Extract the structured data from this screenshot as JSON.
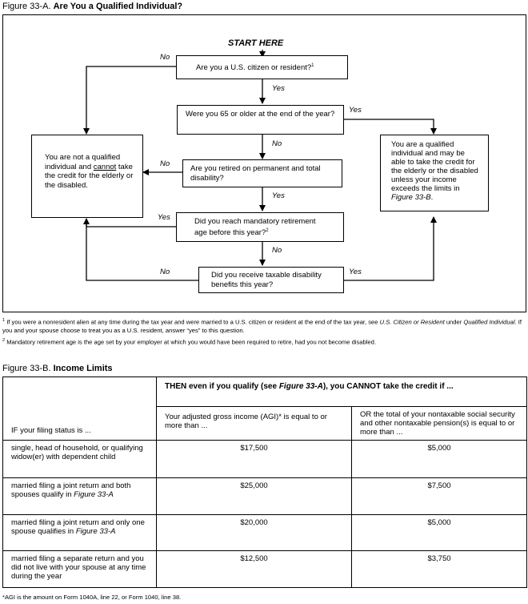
{
  "figA": {
    "prefix": "Figure 33-A.",
    "title": "Are You a Qualified Individual?",
    "start": "START HERE",
    "q1": "Are you a U.S. citizen or resident?",
    "q1_sup": "1",
    "q2": "Were you 65 or older at the end of the year?",
    "q3": "Are you retired on permanent and total disability?",
    "q4": "Did you reach mandatory retirement age before this year?",
    "q4_sup": "2",
    "q5": "Did you receive taxable disability benefits this year?",
    "not_qualified_1": "You are not a qualified individual and",
    "not_qualified_cannot": "cannot",
    "not_qualified_2": "take the credit for the elderly or the disabled.",
    "qualified_1": "You are a qualified individual and may be able to take the credit for the elderly or the disabled unless your income exceeds the limits in",
    "qualified_ref": "Figure 33-B",
    "qualified_end": ".",
    "yes": "Yes",
    "no": "No",
    "fn1_mark": "1",
    "fn1_a": "If you were a nonresident alien at any time during the tax year and were married to a U.S. citizen or resident at the end of the tax year, see",
    "fn1_ref1": "U.S. Citizen or Resident",
    "fn1_b": "under",
    "fn1_ref2": "Qualified Individual",
    "fn1_c": ". If you and your spouse choose to treat you as a U.S. resident, answer “yes” to this question.",
    "fn2_mark": "2",
    "fn2": "Mandatory retirement age is the age set by your employer at which you would have been required to retire, had you not become disabled."
  },
  "figB": {
    "prefix": "Figure 33-B.",
    "title": "Income Limits",
    "then_a": "THEN even if you qualify (see",
    "then_ref": "Figure 33-A",
    "then_b": "), you CANNOT take the credit if ...",
    "col_status": "IF your filing status is ...",
    "col_agi": "Your adjusted gross income (AGI)* is equal to or more than ...",
    "col_pension": "OR the total of your nontaxable social security and other nontaxable pension(s) is equal to or more than ...",
    "rows": [
      {
        "status": "single, head of household, or qualifying widow(er) with dependent child",
        "agi": "$17,500",
        "pension": "$5,000"
      },
      {
        "status": "married filing a joint return and both spouses qualify in",
        "ref": "Figure 33-A",
        "agi": "$25,000",
        "pension": "$7,500"
      },
      {
        "status": "married filing a joint return and only one spouse qualifies in",
        "ref": "Figure 33-A",
        "agi": "$20,000",
        "pension": "$5,000"
      },
      {
        "status": "married filing a separate return and you did not live with your spouse at any time during the year",
        "agi": "$12,500",
        "pension": "$3,750"
      }
    ],
    "footnote": "*AGI is the amount on Form 1040A, line 22, or Form 1040, line 38."
  }
}
